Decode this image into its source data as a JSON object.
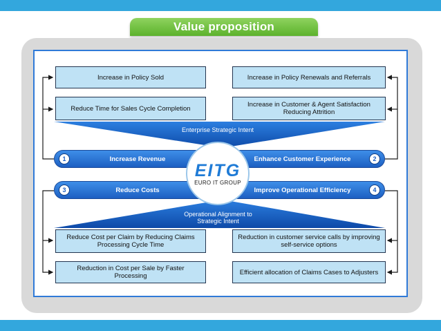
{
  "title": "Value proposition",
  "logo": {
    "mark": "EITG",
    "subtitle": "EURO IT GROUP"
  },
  "strategic_intent_label": "Enterprise Strategic Intent",
  "operational_alignment_label": "Operational Alignment to Strategic Intent",
  "top_left_boxes": [
    "Increase in Policy Sold",
    "Reduce Time for Sales Cycle Completion"
  ],
  "top_right_boxes": [
    "Increase in Policy Renewals and Referrals",
    "Increase in Customer & Agent Satisfaction Reducing Attrition"
  ],
  "bottom_left_boxes": [
    "Reduce Cost per Claim by Reducing Claims Processing Cycle Time",
    "Reduction in Cost per Sale by Faster Processing"
  ],
  "bottom_right_boxes": [
    "Reduction in customer service calls by improving self-service options",
    "Efficient allocation of Claims Cases to Adjusters"
  ],
  "objectives": [
    {
      "number": "1",
      "label": "Increase Revenue"
    },
    {
      "number": "2",
      "label": "Enhance Customer Experience"
    },
    {
      "number": "3",
      "label": "Reduce Costs"
    },
    {
      "number": "4",
      "label": "Improve Operational Efficiency"
    }
  ],
  "colors": {
    "accent_blue": "#33a7dd",
    "title_green": "#6cc03a",
    "band_blue": "#2a76d6",
    "box_fill": "#bfe2f5"
  }
}
